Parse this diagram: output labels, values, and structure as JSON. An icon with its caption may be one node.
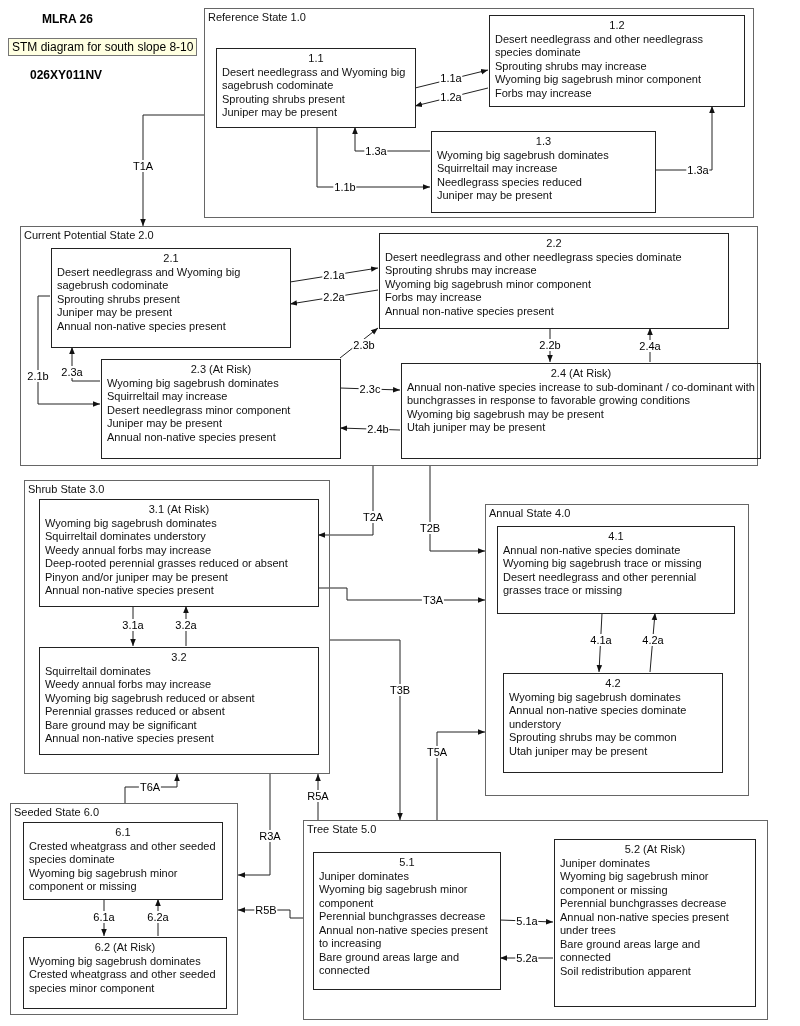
{
  "diagram": {
    "nodes": [
      {
        "text": [
          "Reference State 1.0"
        ]
      },
      {
        "text": [
          "1.1",
          "Desert needlegrass and Wyoming big sagebrush codominate",
          "Sprouting shrubs present",
          "Juniper may be present"
        ],
        "in": 0
      },
      {
        "text": [
          "1.2",
          "Desert needlegrass and other needlegrass species dominate",
          "Sprouting shrubs may increase",
          "Wyoming big sagebrush minor component",
          "Forbs may increase"
        ],
        "in": 0
      },
      {
        "text": [
          "1.3",
          "Wyoming big sagebrush dominates",
          "Squirreltail may increase",
          "Needlegrass species reduced",
          "Juniper may be present"
        ],
        "in": 0
      },
      {
        "text": [
          "Current Potential State 2.0"
        ]
      },
      {
        "text": [
          "2.1",
          "Desert needlegrass and Wyoming big sagebrush codominate",
          "Sprouting shrubs present",
          "Juniper may be present",
          "Annual non-native species present"
        ],
        "in": 4
      },
      {
        "text": [
          "2.2",
          "Desert needlegrass and other needlegrass species dominate",
          "Sprouting shrubs may increase",
          "Wyoming big sagebrush minor component",
          "Forbs may increase",
          "Annual non-native species present"
        ],
        "in": 4
      },
      {
        "text": [
          "2.3 (At Risk)",
          "Wyoming big sagebrush dominates",
          "Squirreltail may increase",
          "Desert needlegrass minor component",
          "Juniper may be present",
          "Annual non-native species present"
        ],
        "in": 4
      },
      {
        "text": [
          "2.4 (At Risk)",
          "Annual non-native species increase to sub-dominant / co-dominant with bunchgrasses in response to favorable growing conditions",
          "Wyoming big sagebrush may be present",
          "Utah juniper may be present"
        ],
        "in": 4
      },
      {
        "text": [
          "Shrub State 3.0"
        ]
      },
      {
        "text": [
          "3.1 (At Risk)",
          "Wyoming big sagebrush dominates",
          "Squirreltail dominates understory",
          "Weedy annual forbs may increase",
          "Deep-rooted perennial grasses reduced or absent",
          "Pinyon and/or juniper may be present",
          "Annual non-native species present"
        ],
        "in": 9
      },
      {
        "text": [
          "3.2",
          "Squirreltail dominates",
          "Weedy annual forbs may increase",
          "Wyoming big sagebrush reduced or absent",
          "Perennial grasses reduced or absent",
          "Bare ground may be significant",
          "Annual non-native species present"
        ],
        "in": 9
      },
      {
        "text": [
          "Annual State 4.0"
        ]
      },
      {
        "text": [
          "4.1",
          "Annual non-native species dominate",
          "Wyoming big sagebrush trace or missing",
          "Desert needlegrass and other perennial grasses trace or missing"
        ],
        "in": 12
      },
      {
        "text": [
          "4.2",
          "Wyoming big sagebrush dominates",
          "Annual non-native species dominate understory",
          "Sprouting shrubs may be common",
          "Utah juniper may be present"
        ],
        "in": 12
      },
      {
        "text": [
          "Seeded State 6.0"
        ]
      },
      {
        "text": [
          "6.1",
          "Crested wheatgrass and other seeded species dominate",
          "Wyoming big sagebrush minor component or missing"
        ],
        "in": 15
      },
      {
        "text": [
          "6.2 (At Risk)",
          "Wyoming big sagebrush dominates",
          "Crested wheatgrass and other seeded species minor component"
        ],
        "in": 15
      },
      {
        "text": [
          "Tree State 5.0"
        ]
      },
      {
        "text": [
          "5.1",
          "Juniper dominates",
          "Wyoming big sagebrush minor component",
          "Perennial bunchgrasses decrease",
          "Annual non-native species present to increasing",
          "Bare ground areas large and connected"
        ],
        "in": 18
      },
      {
        "text": [
          "5.2 (At Risk)",
          "Juniper dominates",
          "Wyoming big sagebrush minor component or missing",
          "Perennial bunchgrasses decrease",
          "Annual non-native species present under trees",
          "Bare ground areas large and connected",
          "Soil redistribution apparent"
        ],
        "in": 18
      }
    ],
    "edges": [
      {
        "from": 1,
        "to": 2,
        "arrow": "to",
        "label": "1.1a"
      },
      {
        "from": 2,
        "to": 1,
        "arrow": "to",
        "label": "1.2a"
      },
      {
        "from": 1,
        "to": 3,
        "arrow": "to",
        "label": "1.1b"
      },
      {
        "from": 3,
        "to": 1,
        "arrow": "to",
        "label": "1.3a"
      },
      {
        "from": 3,
        "to": 2,
        "arrow": "to",
        "label": "1.3a"
      },
      {
        "from": 0,
        "to": 4,
        "arrow": "to",
        "label": "T1A"
      },
      {
        "from": 5,
        "to": 6,
        "arrow": "to",
        "label": "2.1a"
      },
      {
        "from": 6,
        "to": 5,
        "arrow": "to",
        "label": "2.2a"
      },
      {
        "from": 5,
        "to": 7,
        "arrow": "to",
        "label": "2.1b"
      },
      {
        "from": 7,
        "to": 5,
        "arrow": "to",
        "label": "2.3a"
      },
      {
        "from": 7,
        "to": 6,
        "arrow": "to",
        "label": "2.3b"
      },
      {
        "from": 6,
        "to": 8,
        "arrow": "to",
        "label": "2.2b"
      },
      {
        "from": 8,
        "to": 6,
        "arrow": "to",
        "label": "2.4a"
      },
      {
        "from": 7,
        "to": 8,
        "arrow": "to",
        "label": "2.3c"
      },
      {
        "from": 8,
        "to": 7,
        "arrow": "to",
        "label": "2.4b"
      },
      {
        "from": 4,
        "to": 10,
        "arrow": "to",
        "label": "T2A"
      },
      {
        "from": 4,
        "to": 12,
        "arrow": "to",
        "label": "T2B"
      },
      {
        "from": 10,
        "to": 12,
        "arrow": "to",
        "label": "T3A"
      },
      {
        "from": 10,
        "to": 11,
        "arrow": "to",
        "label": "3.1a"
      },
      {
        "from": 11,
        "to": 10,
        "arrow": "to",
        "label": "3.2a"
      },
      {
        "from": 13,
        "to": 14,
        "arrow": "to",
        "label": "4.1a"
      },
      {
        "from": 14,
        "to": 13,
        "arrow": "to",
        "label": "4.2a"
      },
      {
        "from": 9,
        "to": 18,
        "arrow": "to",
        "label": "T3B"
      },
      {
        "from": 18,
        "to": 12,
        "arrow": "to",
        "label": "T5A"
      },
      {
        "from": 15,
        "to": 9,
        "arrow": "to",
        "label": "T6A"
      },
      {
        "from": 9,
        "to": 15,
        "arrow": "to",
        "label": "R3A"
      },
      {
        "from": 18,
        "to": 9,
        "arrow": "to",
        "label": "R5A"
      },
      {
        "from": 16,
        "to": 17,
        "arrow": "to",
        "label": "6.1a"
      },
      {
        "from": 17,
        "to": 16,
        "arrow": "to",
        "label": "6.2a"
      },
      {
        "from": 18,
        "to": 15,
        "arrow": "to",
        "label": "R5B"
      },
      {
        "from": 19,
        "to": 20,
        "arrow": "to",
        "label": "5.1a"
      },
      {
        "from": 20,
        "to": 19,
        "arrow": "to",
        "label": "5.2a"
      }
    ],
    "labels": [
      "MLRA 26",
      "STM diagram for south slope 8-10",
      "026XY011NV"
    ]
  }
}
